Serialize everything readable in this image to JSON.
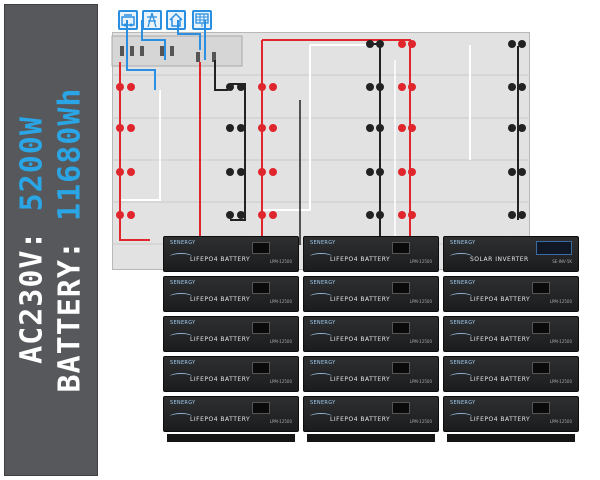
{
  "banner": {
    "ac_label": "AC230V: ",
    "ac_value": "5200W",
    "battery_label": "BATTERY: ",
    "battery_value": "11680Wh",
    "label_color": "#ffffff",
    "value_color": "#2aa6e6"
  },
  "icons": [
    "generator-icon",
    "grid-tower-icon",
    "house-icon",
    "solar-panel-icon"
  ],
  "modules": {
    "brand": "SENERGY",
    "battery_title": "LIFEPO4 BATTERY",
    "inverter_title": "SOLAR INVERTER",
    "battery_model": "LPM-12500",
    "inverter_model": "SE-INV-5K"
  },
  "colors": {
    "positive_wire": "#e0262c",
    "negative_wire": "#222222",
    "neutral_wire": "#ffffff",
    "signal_wire": "#2a8fe0"
  }
}
